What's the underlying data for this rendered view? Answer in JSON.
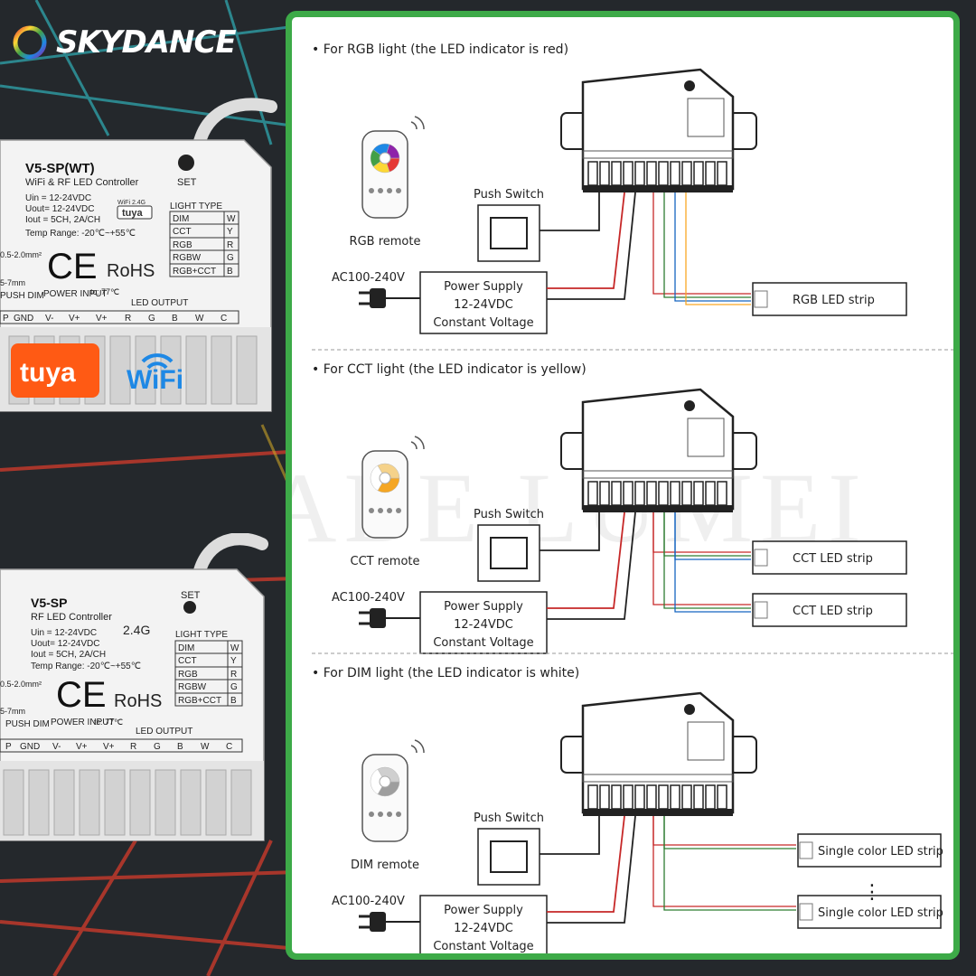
{
  "brand": {
    "name": "SKYDANCE"
  },
  "colors": {
    "panel_border": "#3daa48",
    "tuya_orange": "#ff5a14",
    "wifi_blue": "#1e88e5"
  },
  "devices": [
    {
      "model": "V5-SP(WT)",
      "subtitle": "WiFi & RF LED Controller",
      "uin": "Uin = 12-24VDC",
      "uout": "Uout= 12-24VDC",
      "iout": "Iout = 5CH, 2A/CH",
      "temp": "Temp Range: -20℃~+55℃",
      "wire_gauge": "0.5-2.0mm²",
      "strip_len": "5-7mm",
      "set": "SET",
      "wifi_freq": "WiFi 2.4G",
      "tuya_small": "tuya",
      "light_type_title": "LIGHT TYPE",
      "light_types": [
        [
          "DIM",
          "W"
        ],
        [
          "CCT",
          "Y"
        ],
        [
          "RGB",
          "R"
        ],
        [
          "RGBW",
          "G"
        ],
        [
          "RGB+CCT",
          "B"
        ]
      ],
      "ce": "CE",
      "rohs": "RoHS",
      "push_dim": "PUSH DIM",
      "power_input": "POWER INPUT",
      "tc": "tc: 77℃",
      "led_output": "LED OUTPUT",
      "terminals": [
        "P",
        "GND",
        "V-",
        "V+",
        "V+",
        "R",
        "G",
        "B",
        "W",
        "C"
      ],
      "badge_tuya": "tuya",
      "badge_wifi": "WiFi"
    },
    {
      "model": "V5-SP",
      "subtitle": "RF LED Controller",
      "uin": "Uin = 12-24VDC",
      "uout": "Uout= 12-24VDC",
      "iout": "Iout = 5CH, 2A/CH",
      "temp": "Temp Range: -20℃~+55℃",
      "wire_gauge": "0.5-2.0mm²",
      "strip_len": "5-7mm",
      "set": "SET",
      "freq": "2.4G",
      "light_type_title": "LIGHT TYPE",
      "light_types": [
        [
          "DIM",
          "W"
        ],
        [
          "CCT",
          "Y"
        ],
        [
          "RGB",
          "R"
        ],
        [
          "RGBW",
          "G"
        ],
        [
          "RGB+CCT",
          "B"
        ]
      ],
      "ce": "CE",
      "rohs": "RoHS",
      "push_dim": "PUSH DIM",
      "power_input": "POWER INPUT",
      "tc": "tc: 77℃",
      "led_output": "LED OUTPUT",
      "terminals": [
        "P",
        "GND",
        "V-",
        "V+",
        "V+",
        "R",
        "G",
        "B",
        "W",
        "C"
      ]
    }
  ],
  "sections": [
    {
      "heading": "• For RGB light (the LED indicator is red)",
      "remote": "RGB remote",
      "push_switch": "Push Switch",
      "ac": "AC100-240V",
      "psu": [
        "Power Supply",
        "12-24VDC",
        "Constant Voltage"
      ],
      "strips": [
        "RGB LED strip"
      ]
    },
    {
      "heading": "• For CCT light (the LED indicator is yellow)",
      "remote": "CCT remote",
      "push_switch": "Push Switch",
      "ac": "AC100-240V",
      "psu": [
        "Power Supply",
        "12-24VDC",
        "Constant Voltage"
      ],
      "strips": [
        "CCT LED strip",
        "CCT LED strip"
      ]
    },
    {
      "heading": "• For DIM light (the LED indicator is white)",
      "remote": "DIM remote",
      "push_switch": "Push Switch",
      "ac": "AC100-240V",
      "psu": [
        "Power Supply",
        "12-24VDC",
        "Constant Voltage"
      ],
      "strips": [
        "Single color LED strip",
        "Single color LED strip"
      ],
      "ellipsis": "⋮"
    }
  ]
}
